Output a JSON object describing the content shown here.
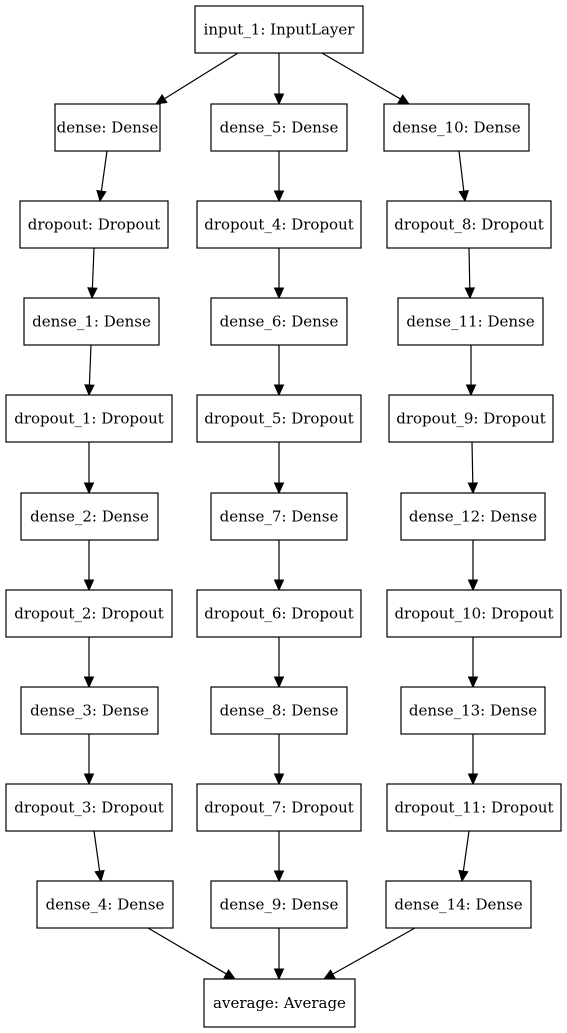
{
  "diagram": {
    "nodes": [
      {
        "id": "input_1",
        "label": "input_1: InputLayer"
      },
      {
        "id": "dense",
        "label": "dense: Dense"
      },
      {
        "id": "dense_5",
        "label": "dense_5: Dense"
      },
      {
        "id": "dense_10",
        "label": "dense_10: Dense"
      },
      {
        "id": "dropout",
        "label": "dropout: Dropout"
      },
      {
        "id": "dropout_4",
        "label": "dropout_4: Dropout"
      },
      {
        "id": "dropout_8",
        "label": "dropout_8: Dropout"
      },
      {
        "id": "dense_1",
        "label": "dense_1: Dense"
      },
      {
        "id": "dense_6",
        "label": "dense_6: Dense"
      },
      {
        "id": "dense_11",
        "label": "dense_11: Dense"
      },
      {
        "id": "dropout_1",
        "label": "dropout_1: Dropout"
      },
      {
        "id": "dropout_5",
        "label": "dropout_5: Dropout"
      },
      {
        "id": "dropout_9",
        "label": "dropout_9: Dropout"
      },
      {
        "id": "dense_2",
        "label": "dense_2: Dense"
      },
      {
        "id": "dense_7",
        "label": "dense_7: Dense"
      },
      {
        "id": "dense_12",
        "label": "dense_12: Dense"
      },
      {
        "id": "dropout_2",
        "label": "dropout_2: Dropout"
      },
      {
        "id": "dropout_6",
        "label": "dropout_6: Dropout"
      },
      {
        "id": "dropout_10",
        "label": "dropout_10: Dropout"
      },
      {
        "id": "dense_3",
        "label": "dense_3: Dense"
      },
      {
        "id": "dense_8",
        "label": "dense_8: Dense"
      },
      {
        "id": "dense_13",
        "label": "dense_13: Dense"
      },
      {
        "id": "dropout_3",
        "label": "dropout_3: Dropout"
      },
      {
        "id": "dropout_7",
        "label": "dropout_7: Dropout"
      },
      {
        "id": "dropout_11",
        "label": "dropout_11: Dropout"
      },
      {
        "id": "dense_4",
        "label": "dense_4: Dense"
      },
      {
        "id": "dense_9",
        "label": "dense_9: Dense"
      },
      {
        "id": "dense_14",
        "label": "dense_14: Dense"
      },
      {
        "id": "average",
        "label": "average: Average"
      }
    ],
    "edges": [
      {
        "from": "input_1",
        "to": "dense"
      },
      {
        "from": "input_1",
        "to": "dense_5"
      },
      {
        "from": "input_1",
        "to": "dense_10"
      },
      {
        "from": "dense",
        "to": "dropout"
      },
      {
        "from": "dropout",
        "to": "dense_1"
      },
      {
        "from": "dense_1",
        "to": "dropout_1"
      },
      {
        "from": "dropout_1",
        "to": "dense_2"
      },
      {
        "from": "dense_2",
        "to": "dropout_2"
      },
      {
        "from": "dropout_2",
        "to": "dense_3"
      },
      {
        "from": "dense_3",
        "to": "dropout_3"
      },
      {
        "from": "dropout_3",
        "to": "dense_4"
      },
      {
        "from": "dense_5",
        "to": "dropout_4"
      },
      {
        "from": "dropout_4",
        "to": "dense_6"
      },
      {
        "from": "dense_6",
        "to": "dropout_5"
      },
      {
        "from": "dropout_5",
        "to": "dense_7"
      },
      {
        "from": "dense_7",
        "to": "dropout_6"
      },
      {
        "from": "dropout_6",
        "to": "dense_8"
      },
      {
        "from": "dense_8",
        "to": "dropout_7"
      },
      {
        "from": "dropout_7",
        "to": "dense_9"
      },
      {
        "from": "dense_10",
        "to": "dropout_8"
      },
      {
        "from": "dropout_8",
        "to": "dense_11"
      },
      {
        "from": "dense_11",
        "to": "dropout_9"
      },
      {
        "from": "dropout_9",
        "to": "dense_12"
      },
      {
        "from": "dense_12",
        "to": "dropout_10"
      },
      {
        "from": "dropout_10",
        "to": "dense_13"
      },
      {
        "from": "dense_13",
        "to": "dropout_11"
      },
      {
        "from": "dropout_11",
        "to": "dense_14"
      },
      {
        "from": "dense_4",
        "to": "average"
      },
      {
        "from": "dense_9",
        "to": "average"
      },
      {
        "from": "dense_14",
        "to": "average"
      }
    ]
  }
}
